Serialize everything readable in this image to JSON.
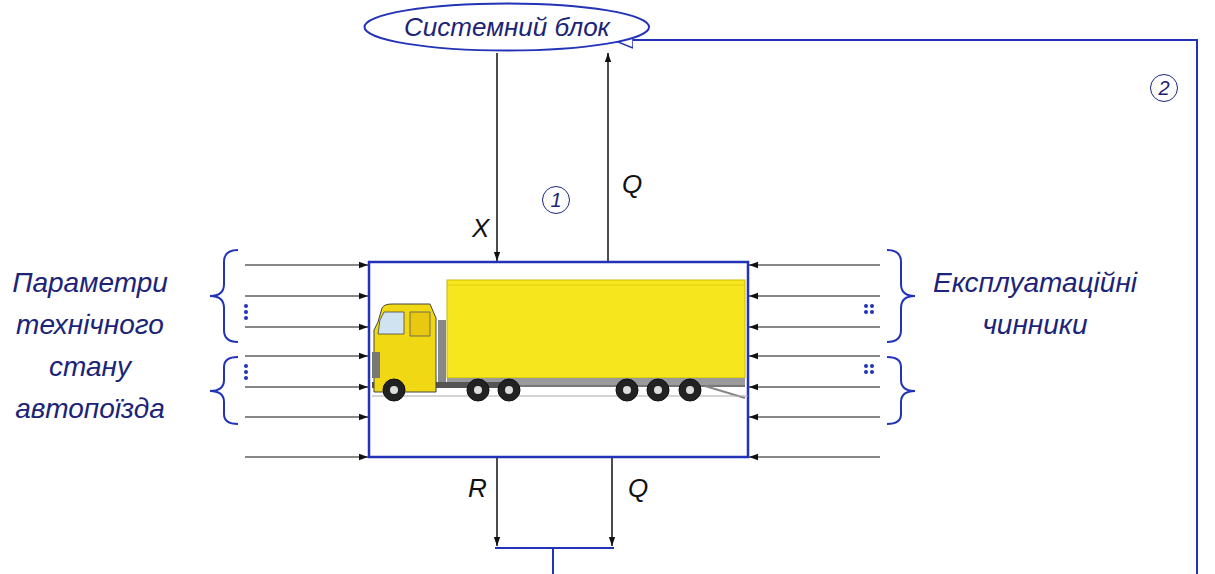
{
  "diagram": {
    "nodes": [
      {
        "text": [
          "Системний блок"
        ]
      }
    ],
    "labels": [
      "X",
      "Q",
      "1",
      "2",
      "Параметри технічного стану автопоїзда",
      "Експлуатаційні чинники",
      "R",
      "Q"
    ]
  }
}
